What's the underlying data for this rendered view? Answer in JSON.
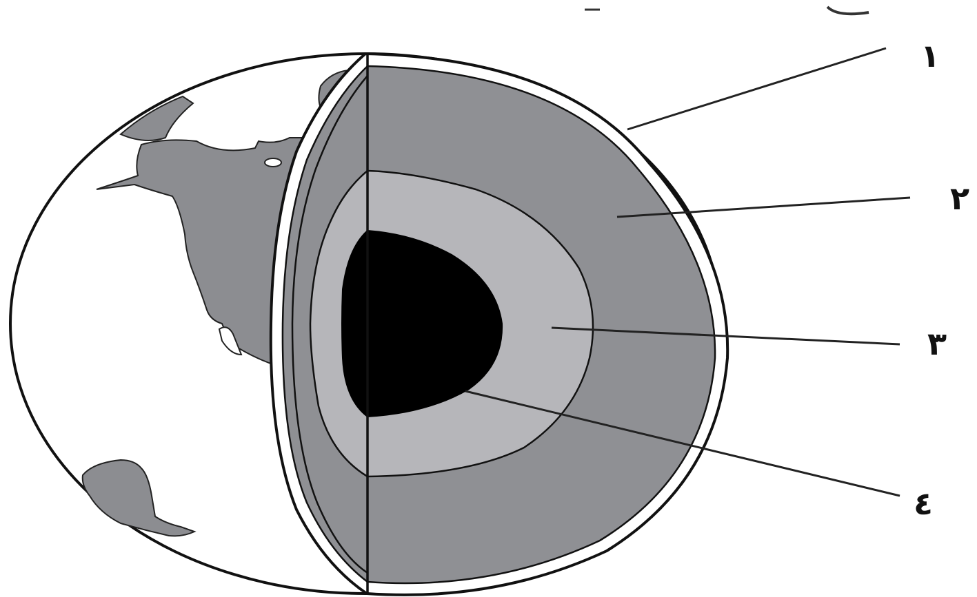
{
  "labels": [
    {
      "id": "1",
      "text": "١"
    },
    {
      "id": "2",
      "text": "٢"
    },
    {
      "id": "3",
      "text": "٣"
    },
    {
      "id": "4",
      "text": "٤"
    }
  ],
  "colors": {
    "crust_ring": "#ffffff",
    "mantle": "#8f9094",
    "outer_core": "#b6b6ba",
    "inner_core": "#000000",
    "land": "#8c8d91",
    "ocean": "#ffffff",
    "outline": "#111111"
  }
}
